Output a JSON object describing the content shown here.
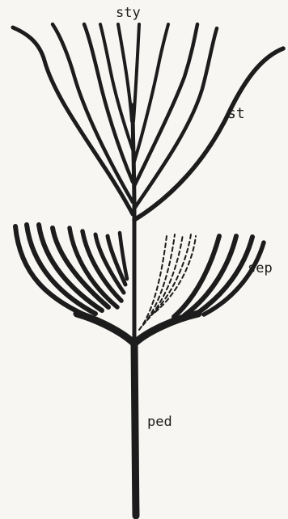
{
  "labels": {
    "style": "sty",
    "stamen": "st",
    "sepal": "sep",
    "pedicel": "ped"
  },
  "colors": {
    "ink": "#1c1c1c",
    "paper": "#f7f6f2"
  }
}
